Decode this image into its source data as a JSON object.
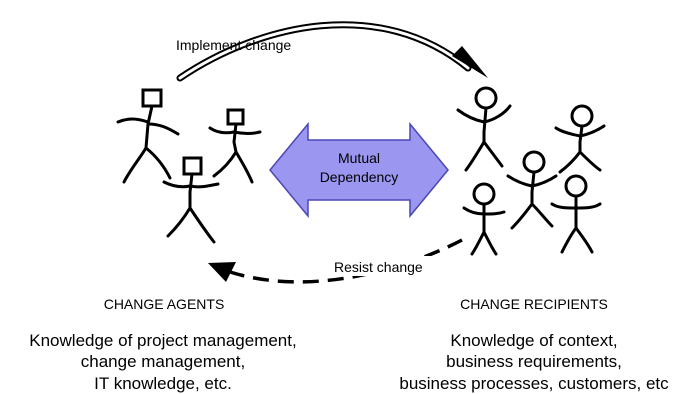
{
  "arrows": {
    "top_label": "Implement change",
    "bottom_label": "Resist change"
  },
  "center_arrow": {
    "line1": "Mutual",
    "line2": "Dependency",
    "fill": "#9b96ef",
    "stroke": "#4b47b8"
  },
  "agents": {
    "title": "CHANGE AGENTS",
    "desc_lines": [
      "Knowledge of project management,",
      "change management,",
      "IT knowledge, etc."
    ]
  },
  "recipients": {
    "title": "CHANGE RECIPIENTS",
    "desc_lines": [
      "Knowledge of context,",
      "business requirements,",
      "business processes, customers, etc"
    ]
  }
}
